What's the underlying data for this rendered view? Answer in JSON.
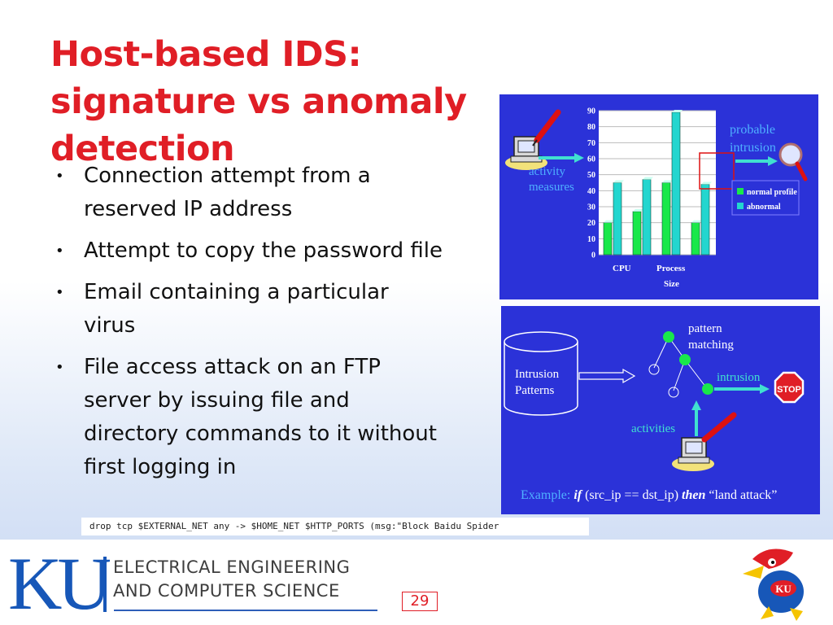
{
  "slide": {
    "title": "Host-based IDS: signature vs anomaly detection",
    "bullets": [
      "Connection attempt from a reserved IP address",
      "Attempt to copy the password file",
      "Email containing a particular virus",
      "File access attack on an FTP server by issuing file and directory commands to it without first logging in"
    ],
    "snort_rule": "drop tcp $EXTERNAL_NET any -> $HOME_NET $HTTP_PORTS (msg:\"Block Baidu Spider",
    "page_number": "29"
  },
  "anomaly_figure": {
    "activity_label_1": "activity",
    "activity_label_2": "measures",
    "probable_1": "probable",
    "probable_2": "intrusion",
    "legend_normal": "normal profile",
    "legend_abnormal": "abnormal",
    "x_label_cpu": "CPU",
    "x_label_process_1": "Process",
    "x_label_process_2": "Size"
  },
  "chart_data": {
    "type": "bar",
    "categories": [
      "CPU",
      "Process Size"
    ],
    "y_ticks": [
      0,
      10,
      20,
      30,
      40,
      50,
      60,
      70,
      80,
      90
    ],
    "ylim": [
      0,
      90
    ],
    "series": [
      {
        "name": "normal profile",
        "color": "#19e84a",
        "values": [
          20,
          27,
          45,
          20
        ]
      },
      {
        "name": "abnormal",
        "color": "#23d6cf",
        "values": [
          45,
          47,
          89,
          44
        ]
      }
    ],
    "grid": true,
    "legend": "right"
  },
  "signature_figure": {
    "db_label_1": "Intrusion",
    "db_label_2": "Patterns",
    "pattern_1": "pattern",
    "pattern_2": "matching",
    "intrusion": "intrusion",
    "activities": "activities",
    "stop": "STOP",
    "example_prefix": "Example: ",
    "example_if": "if",
    "example_cond": " (src_ip == dst_ip) ",
    "example_then": "then",
    "example_result": " “land attack”"
  },
  "footer": {
    "logo_text": "KU",
    "dept_line1": "ELECTRICAL ENGINEERING",
    "dept_line2": "AND COMPUTER SCIENCE",
    "mascot_badge": "KU"
  },
  "colors": {
    "title_red": "#e01e26",
    "panel_blue": "#2b32d8",
    "ku_blue": "#1757b8"
  }
}
